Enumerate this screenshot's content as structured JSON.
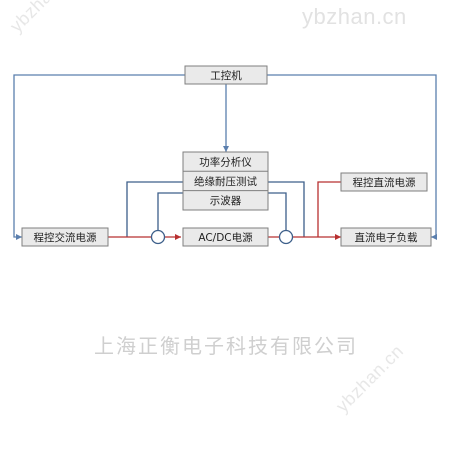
{
  "nodes": {
    "ipc": "工控机",
    "power_analyzer": "功率分析仪",
    "insulation_tester": "绝缘耐压测试",
    "oscilloscope": "示波器",
    "ac_source": "程控交流电源",
    "acdc_supply": "AC/DC电源",
    "dc_source": "程控直流电源",
    "dc_load": "直流电子负载"
  },
  "watermarks": {
    "site": "ybzhan.cn",
    "company": "上海正衡电子科技有限公司"
  },
  "colors": {
    "box_fill": "#eaeaea",
    "box_border": "#7f7f7f",
    "control_line": "#5b7fae",
    "power_line": "#b83030",
    "sense_line": "#3d5f8a"
  }
}
